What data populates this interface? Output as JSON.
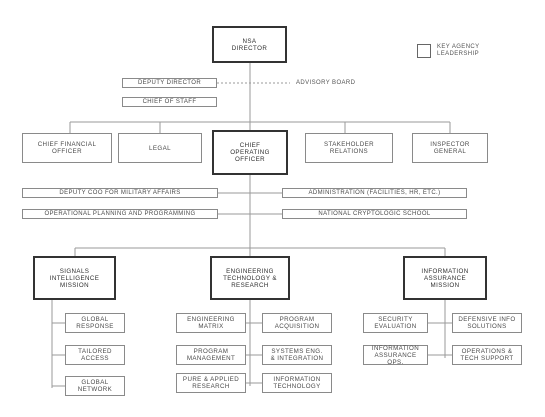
{
  "legend": {
    "label": "Key Agency\nLeadership"
  },
  "director": {
    "label": "NSA\nDirector"
  },
  "deputy_director": {
    "label": "Deputy Director"
  },
  "advisory_board": {
    "label": "Advisory Board"
  },
  "chief_of_staff": {
    "label": "Chief of Staff"
  },
  "cfo": {
    "label": "Chief Financial\nOfficer"
  },
  "legal": {
    "label": "Legal"
  },
  "coo": {
    "label": "Chief\nOperating\nOfficer"
  },
  "stakeholder": {
    "label": "Stakeholder\nRelations"
  },
  "inspector": {
    "label": "Inspector\nGeneral"
  },
  "deputy_coo": {
    "label": "Deputy COO for Military Affairs"
  },
  "admin": {
    "label": "Administration (Facilities, HR, etc.)"
  },
  "ops_planning": {
    "label": "Operational Planning and Programming"
  },
  "crypto_school": {
    "label": "National Cryptologic School"
  },
  "sigint": {
    "label": "Signals\nIntelligence\nMission"
  },
  "engineering": {
    "label": "Engineering\nTechnology &\nResearch"
  },
  "info_assurance": {
    "label": "Information\nAssurance\nMission"
  },
  "sigint_units": [
    {
      "label": "Global\nResponse"
    },
    {
      "label": "Tailored\nAccess"
    },
    {
      "label": "Global\nNetwork"
    }
  ],
  "eng_units": [
    {
      "label": "Engineering\nMatrix"
    },
    {
      "label": "Program\nAcquisition"
    },
    {
      "label": "Program\nManagement"
    },
    {
      "label": "Systems Eng.\n& Integration"
    },
    {
      "label": "Pure & Applied\nResearch"
    },
    {
      "label": "Information\nTechnology"
    }
  ],
  "ia_units": [
    {
      "label": "Security\nEvaluation"
    },
    {
      "label": "Defensive Info\nSolutions"
    },
    {
      "label": "Information\nAssurance Ops."
    },
    {
      "label": "Operations &\nTech Support"
    }
  ]
}
